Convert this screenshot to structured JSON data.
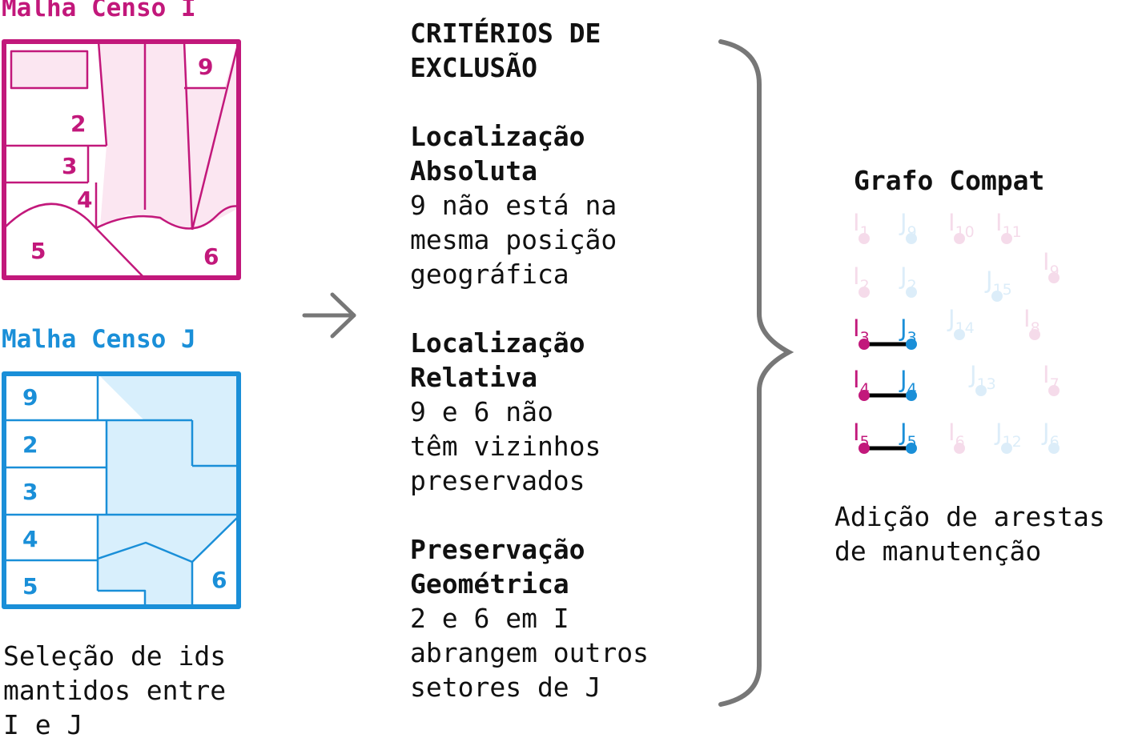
{
  "map_i": {
    "title": "Malha Censo I",
    "color": "#c2187b",
    "fill": "#fbe6f1",
    "labels": [
      "9",
      "2",
      "3",
      "4",
      "5",
      "6"
    ]
  },
  "map_j": {
    "title": "Malha Censo J",
    "color": "#1a8fd8",
    "fill": "#d8effc",
    "labels": [
      "9",
      "2",
      "3",
      "4",
      "5",
      "6"
    ]
  },
  "left_caption": [
    "Seleção de ids",
    "mantidos entre",
    "I e J"
  ],
  "criteria": {
    "heading": [
      "CRITÉRIOS DE",
      "EXCLUSÃO"
    ],
    "items": [
      {
        "title": [
          "Localização",
          "Absoluta"
        ],
        "body": [
          "9 não está na",
          "mesma posição",
          "geográfica"
        ]
      },
      {
        "title": [
          "Localização",
          "Relativa"
        ],
        "body": [
          "9 e 6 não",
          "têm vizinhos",
          "preservados"
        ]
      },
      {
        "title": [
          "Preservação",
          "Geométrica"
        ],
        "body": [
          "2 e 6 em I",
          "abrangem outros",
          "setores de J"
        ]
      }
    ]
  },
  "graph": {
    "title": "Grafo Compat",
    "caption": [
      "Adição de arestas",
      "de manutenção"
    ],
    "colors": {
      "i": "#c2187b",
      "j": "#1a8fd8",
      "edge": "#000000"
    },
    "nodes": [
      {
        "letter": "I",
        "sub": "1",
        "faded": true
      },
      {
        "letter": "J",
        "sub": "9",
        "faded": true
      },
      {
        "letter": "I",
        "sub": "10",
        "faded": true
      },
      {
        "letter": "I",
        "sub": "11",
        "faded": true
      },
      {
        "letter": "I",
        "sub": "2",
        "faded": true
      },
      {
        "letter": "J",
        "sub": "2",
        "faded": true
      },
      {
        "letter": "J",
        "sub": "15",
        "faded": true
      },
      {
        "letter": "I",
        "sub": "9",
        "faded": true
      },
      {
        "letter": "I",
        "sub": "3",
        "faded": false
      },
      {
        "letter": "J",
        "sub": "3",
        "faded": false
      },
      {
        "letter": "J",
        "sub": "14",
        "faded": true
      },
      {
        "letter": "I",
        "sub": "8",
        "faded": true
      },
      {
        "letter": "I",
        "sub": "4",
        "faded": false
      },
      {
        "letter": "J",
        "sub": "4",
        "faded": false
      },
      {
        "letter": "J",
        "sub": "13",
        "faded": true
      },
      {
        "letter": "I",
        "sub": "7",
        "faded": true
      },
      {
        "letter": "I",
        "sub": "5",
        "faded": false
      },
      {
        "letter": "J",
        "sub": "5",
        "faded": false
      },
      {
        "letter": "I",
        "sub": "6",
        "faded": true
      },
      {
        "letter": "J",
        "sub": "12",
        "faded": true
      },
      {
        "letter": "J",
        "sub": "6",
        "faded": true
      }
    ],
    "edges": [
      [
        "I3",
        "J3"
      ],
      [
        "I4",
        "J4"
      ],
      [
        "I5",
        "J5"
      ]
    ]
  }
}
